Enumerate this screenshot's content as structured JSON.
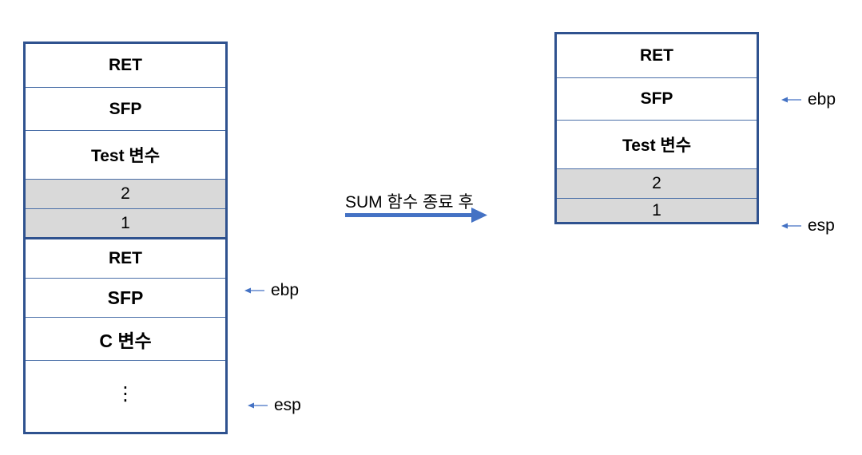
{
  "left_stack": {
    "frame_ret": "RET",
    "frame_sfp": "SFP",
    "test_var": "Test 변수",
    "arg_2": "2",
    "arg_1": "1",
    "ret": "RET",
    "sfp": "SFP",
    "c_var": "C 변수",
    "ellipsis": "⋮"
  },
  "left_pointers": {
    "ebp": "ebp",
    "esp": "esp"
  },
  "transition": {
    "label": "SUM 함수 종료 후"
  },
  "right_stack": {
    "ret": "RET",
    "sfp": "SFP",
    "test_var": "Test 변수",
    "arg_2": "2",
    "arg_1": "1"
  },
  "right_pointers": {
    "ebp": "ebp",
    "esp": "esp"
  },
  "colors": {
    "stack_border": "#2f528f",
    "shaded_cell": "#d9d9d9",
    "arrow": "#4472c4"
  }
}
